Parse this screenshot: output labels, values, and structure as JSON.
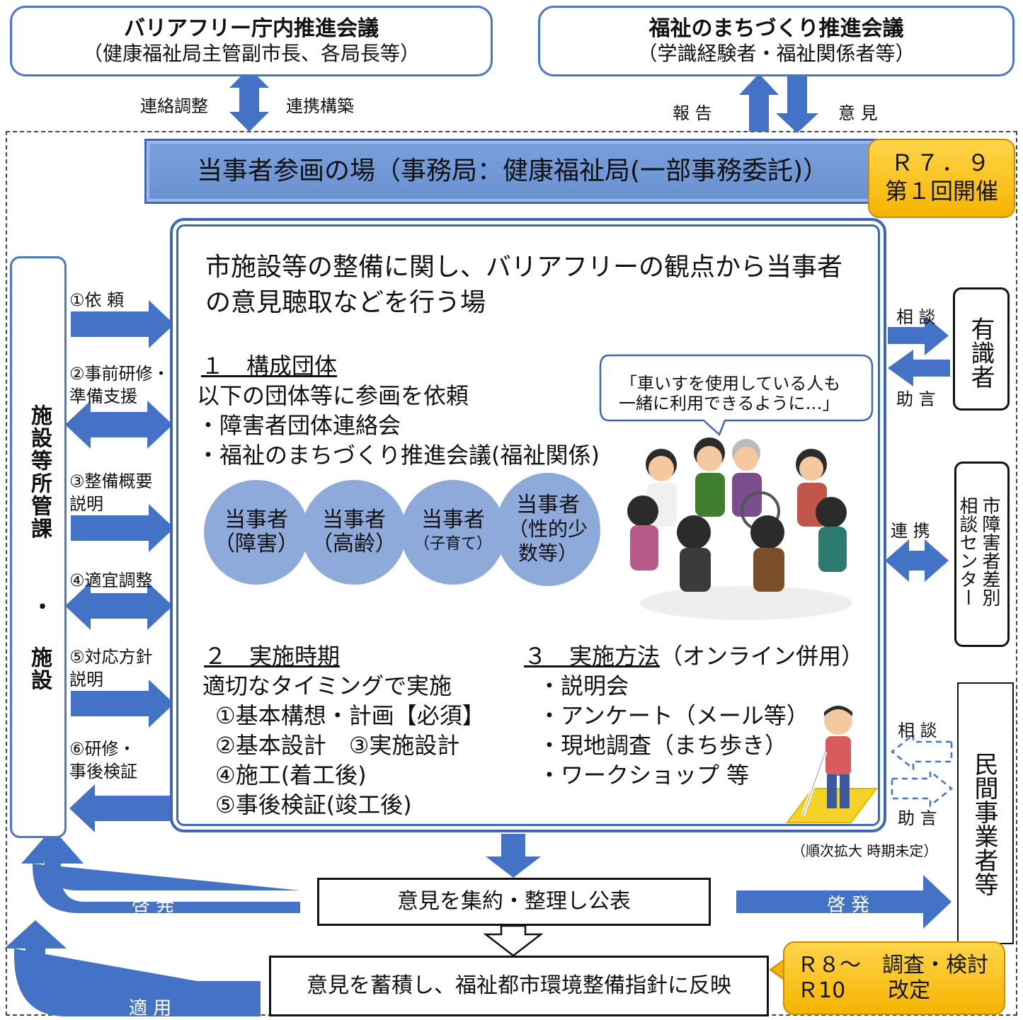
{
  "top_left": {
    "title": "バリアフリー庁内推進会議",
    "subtitle": "（健康福祉局主管副市長、各局長等）"
  },
  "top_right": {
    "title": "福祉のまちづくり推進会議",
    "subtitle": "（学識経験者・福祉関係者等）"
  },
  "top_arrows": {
    "left_label_1": "連絡調整",
    "left_label_2": "連携構築",
    "right_label_1": "報 告",
    "right_label_2": "意 見"
  },
  "banner": {
    "text": "当事者参画の場（事務局：健康福祉局(一部事務委託)）"
  },
  "badge_r7": {
    "line1": "Ｒ７．９",
    "line2": "第１回開催"
  },
  "left_box": {
    "text_1": "施設等所管課",
    "dot": "・",
    "text_2": "施設"
  },
  "left_steps": [
    {
      "label": "①依 頼"
    },
    {
      "label": "②事前研修・\n準備支援"
    },
    {
      "label": "③整備概要\n説明"
    },
    {
      "label": "④適宜調整"
    },
    {
      "label": "⑤対応方針\n説明"
    },
    {
      "label": "⑥研修・\n事後検証"
    }
  ],
  "main": {
    "intro_line1": "市施設等の整備に関し、バリアフリーの観点から当事者",
    "intro_line2": "の意見聴取などを行う場",
    "section1": {
      "heading": "１　構成団体",
      "line1": "以下の団体等に参画を依頼",
      "line2": "・障害者団体連絡会",
      "line3": "・福祉のまちづくり推進会議(福祉関係)"
    },
    "circles": [
      {
        "line1": "当事者",
        "line2": "（障害）"
      },
      {
        "line1": "当事者",
        "line2": "（高齢）"
      },
      {
        "line1": "当事者",
        "line2": "（子育て）"
      },
      {
        "line1": "当事者",
        "line2": "（性的少",
        "line3": "数等）"
      }
    ],
    "speech": {
      "line1": "「車いすを使用している人も",
      "line2": "一緒に利用できるように…」"
    },
    "section2": {
      "heading": "２　実施時期",
      "line1": "適切なタイミングで実施",
      "line2": "①基本構想・計画【必須】",
      "line3": "②基本設計　③実施設計",
      "line4": "④施工(着工後)",
      "line5": "⑤事後検証(竣工後)"
    },
    "section3": {
      "heading": "３　実施方法",
      "heading_suffix": "（オンライン併用）",
      "line1": "・説明会",
      "line2": "・アンケート（メール等）",
      "line3": "・現地調査（まち歩き）",
      "line4": "・ワークショップ 等"
    }
  },
  "right": {
    "expert": {
      "name": "有識者",
      "label_top": "相 談",
      "label_bottom": "助 言"
    },
    "center": {
      "col1": "市障害者差別",
      "col2": "相談センター",
      "label": "連 携"
    },
    "business": {
      "name": "民間事業者等",
      "label_top": "相 談",
      "label_bottom": "助 言",
      "note": "（順次拡大 時期未定）"
    }
  },
  "bottom": {
    "collect": "意見を集約・整理し公表",
    "keihatsu_left": "啓 発",
    "keihatsu_right": "啓 発",
    "accumulate": "意見を蓄積し、福祉都市環境整備指針に反映",
    "tekiyou": "適 用"
  },
  "badge_r8": {
    "line1": "Ｒ８～　調査・検討",
    "line2": "Ｒ10　　改定"
  },
  "colors": {
    "arrow_blue": "#4472c4",
    "badge_gold": "#f5b400",
    "circle_blue": "#8eaadb",
    "banner_blue": "#6a90d0"
  }
}
